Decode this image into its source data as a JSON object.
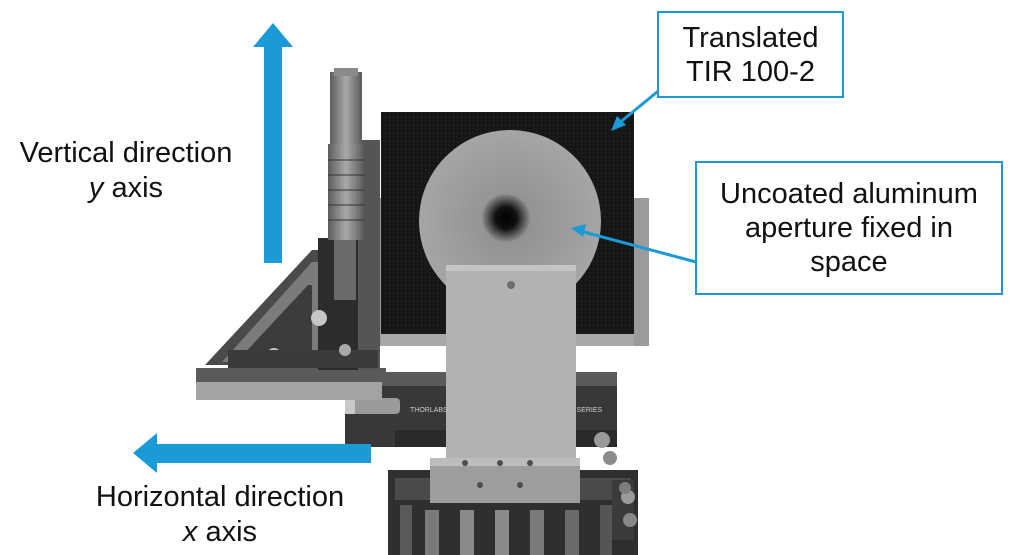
{
  "labels": {
    "vertical": {
      "line1": "Vertical direction",
      "axis_letter": "y",
      "axis_word": "axis"
    },
    "horizontal": {
      "line1": "Horizontal direction",
      "axis_letter": "x",
      "axis_word": "axis"
    }
  },
  "callouts": {
    "translated": {
      "line1": "Translated",
      "line2": "TIR 100-2"
    },
    "aperture": {
      "line1": "Uncoated aluminum",
      "line2": "aperture fixed in",
      "line3": "space"
    }
  },
  "stage_markings": {
    "left": "THORLABS",
    "right": "NY SERIES"
  },
  "colors": {
    "arrow": "#1a9ad6",
    "callout_border": "#1a9ad6",
    "black_plate": "#141414",
    "metal_light": "#b4b4b4",
    "metal_mid": "#8c8c8c",
    "metal_dark": "#3a3a3a"
  }
}
